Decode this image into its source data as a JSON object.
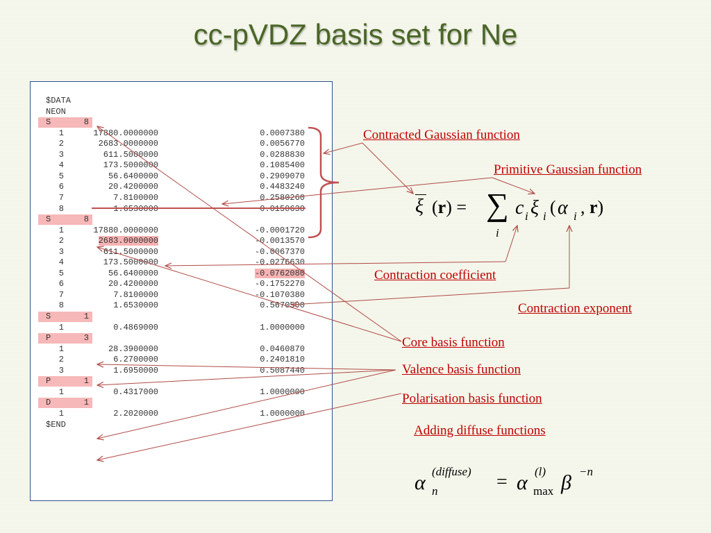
{
  "title": "cc-pVDZ basis set for Ne",
  "basis_file": {
    "header": [
      "$DATA",
      "NEON"
    ],
    "footer": "$END",
    "blocks": [
      {
        "type": "S",
        "n": "8",
        "rows": [
          [
            "1",
            "17880.0000000",
            "0.0007380"
          ],
          [
            "2",
            "2683.0000000",
            "0.0056770"
          ],
          [
            "3",
            "611.5000000",
            "0.0288830"
          ],
          [
            "4",
            "173.5000000",
            "0.1085400"
          ],
          [
            "5",
            "56.6400000",
            "0.2909070"
          ],
          [
            "6",
            "20.4200000",
            "0.4483240"
          ],
          [
            "7",
            "7.8100000",
            "0.2580260"
          ],
          [
            "8",
            "1.6530000",
            "0.0150630"
          ]
        ]
      },
      {
        "type": "S",
        "n": "8",
        "rows": [
          [
            "1",
            "17880.0000000",
            "-0.0001720"
          ],
          [
            "2",
            "2683.0000000",
            "-0.0013570"
          ],
          [
            "3",
            "611.5000000",
            "-0.0067370"
          ],
          [
            "4",
            "173.5000000",
            "-0.0276630"
          ],
          [
            "5",
            "56.6400000",
            "-0.0762080"
          ],
          [
            "6",
            "20.4200000",
            "-0.1752270"
          ],
          [
            "7",
            "7.8100000",
            "-0.1070380"
          ],
          [
            "8",
            "1.6530000",
            "0.5670500"
          ]
        ]
      },
      {
        "type": "S",
        "n": "1",
        "rows": [
          [
            "1",
            "0.4869000",
            "1.0000000"
          ]
        ]
      },
      {
        "type": "P",
        "n": "3",
        "rows": [
          [
            "1",
            "28.3900000",
            "0.0460870"
          ],
          [
            "2",
            "6.2700000",
            "0.2401810"
          ],
          [
            "3",
            "1.6950000",
            "0.5087440"
          ]
        ]
      },
      {
        "type": "P",
        "n": "1",
        "rows": [
          [
            "1",
            "0.4317000",
            "1.0000000"
          ]
        ]
      },
      {
        "type": "D",
        "n": "1",
        "rows": [
          [
            "1",
            "2.2020000",
            "1.0000000"
          ]
        ]
      }
    ]
  },
  "labels": {
    "contracted": "Contracted Gaussian function",
    "primitive": "Primitive Gaussian function",
    "coefficient": "Contraction coefficient",
    "exponent": "Contraction exponent",
    "core": "Core basis function",
    "valence": "Valence basis function",
    "polarisation": "Polarisation basis function",
    "diffuse": "Adding diffuse functions"
  },
  "equations": {
    "contraction": {
      "lhs_xi": "ξ",
      "lhs_args": "(r) =",
      "sum": "∑",
      "index": "i",
      "c": "c",
      "sub_i": "i",
      "xi": "ξ",
      "paren_open": "(",
      "alpha": "α",
      "comma_r": ", r)",
      "bold_r": "r"
    },
    "diffuse": {
      "alpha": "α",
      "sub_n": "n",
      "sup_diffuse": "(diffuse)",
      "equals": "=",
      "sup_l": "(l)",
      "sub_max": "max",
      "beta": "β",
      "sup_neg_n": "−n"
    }
  },
  "colors": {
    "title": "#4a6626",
    "label": "#c00000",
    "arrow": "#b04a45",
    "highlight": "#f6b3b3",
    "frame": "#2b4f8e"
  }
}
